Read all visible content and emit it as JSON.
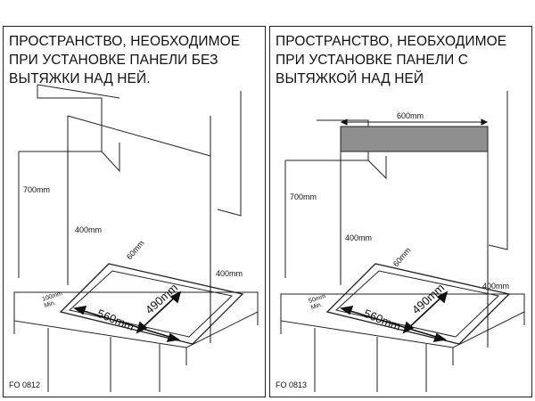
{
  "panels": [
    {
      "caption": "ПРОСТРАНСТВО, НЕОБХОДИМОЕ\nПРИ УСТАНОВКЕ ПАНЕЛИ БЕЗ\nВЫТЯЖКИ НАД НЕЙ.",
      "code": "FO 0812",
      "dims": {
        "cabinet_height": "700mm",
        "clearance_left": "400mm",
        "clearance_right": "400mm",
        "side_gap": "60mm",
        "front_gap": "100mm\nMin.",
        "width": "560mm",
        "depth": "490mm"
      }
    },
    {
      "caption": "ПРОСТРАНСТВО, НЕОБХОДИМОЕ\nПРИ УСТАНОВКЕ ПАНЕЛИ С\nВЫТЯЖКОЙ НАД НЕЙ",
      "code": "FO 0813",
      "dims": {
        "hood_width": "600mm",
        "cabinet_height": "700mm",
        "clearance_left": "400mm",
        "clearance_right": "400mm",
        "side_gap": "60mm",
        "front_gap": "50mm\nMin.",
        "width": "560mm",
        "depth": "490mm"
      }
    }
  ],
  "colors": {
    "line": "#222222",
    "hood": "#8f8f8f"
  }
}
